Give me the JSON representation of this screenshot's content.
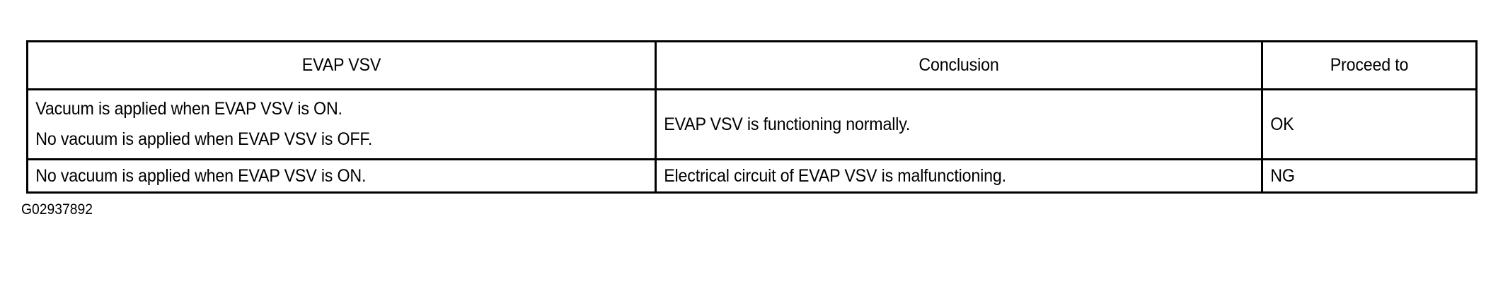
{
  "figure": {
    "caption": "G02937892",
    "background_color": "#ffffff",
    "border_color": "#000000",
    "text_color": "#000000"
  },
  "table": {
    "name": "EVAP VSV inspection result table",
    "columns": [
      {
        "key": "evap_vsv",
        "header": "EVAP VSV"
      },
      {
        "key": "conclusion",
        "header": "Conclusion"
      },
      {
        "key": "proceed_to",
        "header": "Proceed to"
      }
    ],
    "rows": [
      {
        "evap_vsv_lines": [
          "Vacuum is applied when EVAP VSV is ON.",
          "No vacuum is applied when EVAP VSV is OFF."
        ],
        "conclusion": "EVAP VSV is functioning normally.",
        "proceed_to": "OK"
      },
      {
        "evap_vsv_lines": [
          "No vacuum is applied when EVAP VSV is ON."
        ],
        "conclusion": "Electrical circuit of EVAP VSV is malfunctioning.",
        "proceed_to": "NG"
      }
    ]
  }
}
